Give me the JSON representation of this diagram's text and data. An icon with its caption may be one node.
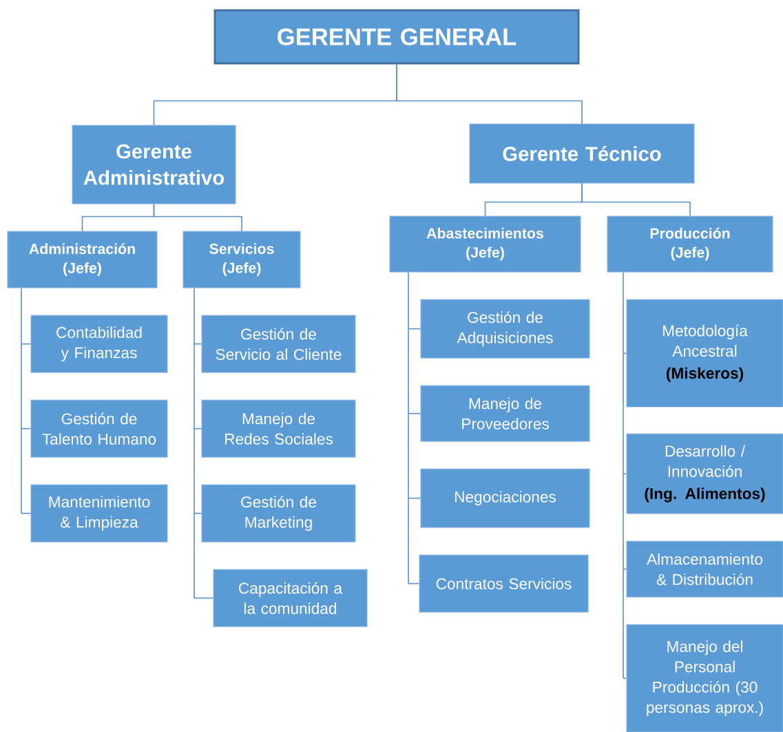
{
  "diagram": {
    "nodes": [
      {
        "text": [
          "GERENTE GENERAL"
        ]
      },
      {
        "text": [
          "Gerente Administrativo"
        ]
      },
      {
        "text": [
          "Gerente Técnico"
        ]
      },
      {
        "text": [
          "Administración (Jefe)"
        ]
      },
      {
        "text": [
          "Servicios (Jefe)"
        ]
      },
      {
        "text": [
          "Abastecimientos (Jefe)"
        ]
      },
      {
        "text": [
          "Producción (Jefe)"
        ]
      },
      {
        "text": [
          "Contabilidad y Finanzas"
        ]
      },
      {
        "text": [
          "Gestión de Talento Humano"
        ]
      },
      {
        "text": [
          "Mantenimiento & Limpieza"
        ]
      },
      {
        "text": [
          "Gestión de Servicio al Cliente"
        ]
      },
      {
        "text": [
          "Manejo de Redes Sociales"
        ]
      },
      {
        "text": [
          "Gestión de Marketing"
        ]
      },
      {
        "text": [
          "Capacitación a la comunidad"
        ]
      },
      {
        "text": [
          "Gestión de Adquisiciones"
        ]
      },
      {
        "text": [
          "Manejo de Proveedores"
        ]
      },
      {
        "text": [
          "Negociaciones"
        ]
      },
      {
        "text": [
          "Contratos Servicios"
        ]
      },
      {
        "text": [
          "Metodología Ancestral",
          "(Miskeros)"
        ]
      },
      {
        "text": [
          "Desarrollo / Innovación",
          "(Ing. Alimentos)"
        ]
      },
      {
        "text": [
          "Almacenamiento & Distribución"
        ]
      },
      {
        "text": [
          "Manejo del Personal Producción (30 personas aprox.)"
        ]
      }
    ],
    "edges": [
      {
        "from": 0,
        "to": 1,
        "arrow": "none"
      },
      {
        "from": 0,
        "to": 2,
        "arrow": "none"
      },
      {
        "from": 1,
        "to": 3,
        "arrow": "none"
      },
      {
        "from": 1,
        "to": 4,
        "arrow": "none"
      },
      {
        "from": 2,
        "to": 5,
        "arrow": "none"
      },
      {
        "from": 2,
        "to": 6,
        "arrow": "none"
      },
      {
        "from": 3,
        "to": 7,
        "arrow": "none"
      },
      {
        "from": 3,
        "to": 8,
        "arrow": "none"
      },
      {
        "from": 3,
        "to": 9,
        "arrow": "none"
      },
      {
        "from": 4,
        "to": 10,
        "arrow": "none"
      },
      {
        "from": 4,
        "to": 11,
        "arrow": "none"
      },
      {
        "from": 4,
        "to": 12,
        "arrow": "none"
      },
      {
        "from": 4,
        "to": 13,
        "arrow": "none"
      },
      {
        "from": 5,
        "to": 14,
        "arrow": "none"
      },
      {
        "from": 5,
        "to": 15,
        "arrow": "none"
      },
      {
        "from": 5,
        "to": 16,
        "arrow": "none"
      },
      {
        "from": 5,
        "to": 17,
        "arrow": "none"
      },
      {
        "from": 6,
        "to": 18,
        "arrow": "none"
      },
      {
        "from": 6,
        "to": 19,
        "arrow": "none"
      },
      {
        "from": 6,
        "to": 20,
        "arrow": "none"
      },
      {
        "from": 6,
        "to": 21,
        "arrow": "none"
      }
    ]
  }
}
